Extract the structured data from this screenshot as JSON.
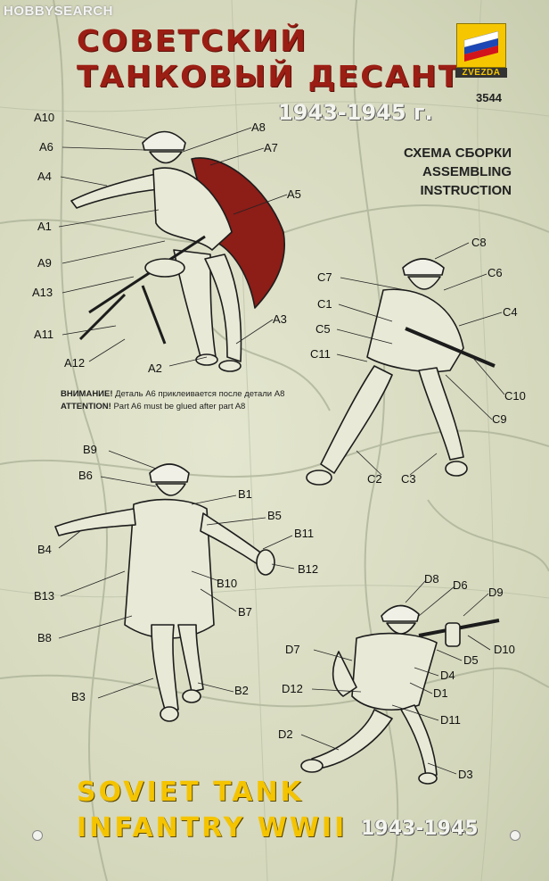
{
  "watermark": "HOBBYSEARCH",
  "title_ru": [
    "СОВЕТСКИЙ",
    "ТАНКОВЫЙ ДЕСАНТ"
  ],
  "years_top": "1943-1945 г.",
  "brand": "ZVEZDA",
  "kit_number": "3544",
  "scheme": [
    "СХЕМА СБОРКИ",
    "ASSEMBLING",
    "INSTRUCTION"
  ],
  "note": {
    "ru_bold": "ВНИМАНИЕ!",
    "ru_text": " Деталь А6 приклеивается после детали А8",
    "en_bold": "ATTENTION!",
    "en_text": " Part A6 must be glued after  part  A8"
  },
  "title_en": [
    "SOVIET  TANK",
    "INFANTRY  WWII"
  ],
  "years_bottom": "1943-1945",
  "parts_a": [
    "A10",
    "A8",
    "A6",
    "A7",
    "A4",
    "A5",
    "A1",
    "A9",
    "A13",
    "A3",
    "A11",
    "A12",
    "A2"
  ],
  "parts_b": [
    "B9",
    "B6",
    "B1",
    "B5",
    "B4",
    "B11",
    "B12",
    "B10",
    "B13",
    "B7",
    "B8",
    "B3",
    "B2"
  ],
  "parts_c": [
    "C8",
    "C7",
    "C6",
    "C1",
    "C4",
    "C5",
    "C11",
    "C10",
    "C9",
    "C2",
    "C3"
  ],
  "parts_d": [
    "D8",
    "D6",
    "D9",
    "D10",
    "D7",
    "D5",
    "D4",
    "D12",
    "D1",
    "D11",
    "D2",
    "D3"
  ],
  "colors": {
    "title_ru": "#9b1e14",
    "title_en": "#f5c400",
    "background": "#d9dcc3",
    "map_lines": "#9aa388"
  }
}
